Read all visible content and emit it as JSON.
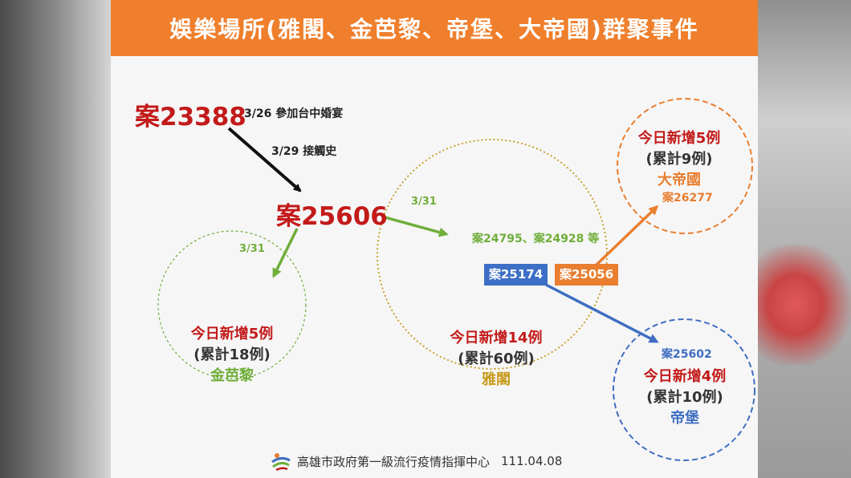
{
  "title": "娛樂場所(雅閣、金芭黎、帝堡、大帝國)群聚事件",
  "source_case": {
    "label": "案23388",
    "note1": "3/26 參加台中婚宴",
    "note2": "3/29 接觸史"
  },
  "hub_case": {
    "label": "案25606"
  },
  "branches": {
    "jinbali_date": "3/31",
    "yage_date": "3/31",
    "yage_cases": "案24795、案24928 等"
  },
  "groups": {
    "jinbali": {
      "today": "今日新增5例",
      "total": "(累計18例)",
      "name": "金芭黎"
    },
    "yage": {
      "today": "今日新增14例",
      "total": "(累計60例)",
      "name": "雅閣"
    },
    "dadiguo": {
      "today": "今日新增5例",
      "total": "(累計9例)",
      "name": "大帝國",
      "case": "案26277"
    },
    "dibao": {
      "today": "今日新增4例",
      "total": "(累計10例)",
      "name": "帝堡",
      "case": "案25602"
    }
  },
  "tags": {
    "blue": "案25174",
    "orange": "案25056"
  },
  "footer": {
    "org": "高雄市政府第一級流行疫情指揮中心",
    "date": "111.04.08"
  },
  "colors": {
    "orange": "#ef7f2c",
    "red": "#c31a1a",
    "green": "#6fae3a",
    "gold": "#c79a1a",
    "blue": "#3f6ec2",
    "tag_blue": "#3d6fc6",
    "tag_orange": "#e97e2f"
  }
}
